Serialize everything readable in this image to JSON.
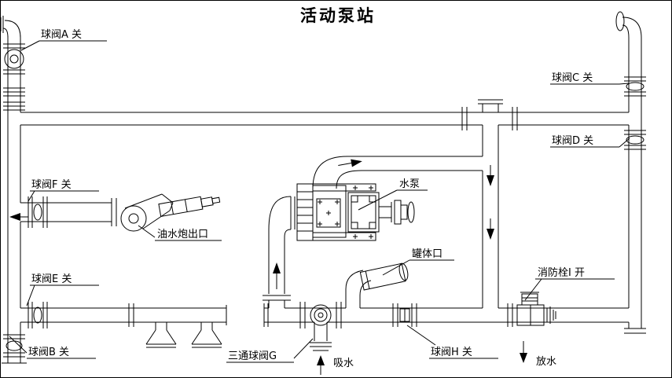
{
  "title": "活动泵站",
  "colors": {
    "ink": "#000000",
    "paper": "#ffffff"
  },
  "labels": {
    "valve_a": "球阀A 关",
    "valve_b": "球阀B 关",
    "valve_c": "球阀C 关",
    "valve_d": "球阀D 关",
    "valve_e": "球阀E 关",
    "valve_f": "球阀F 关",
    "valve_g": "三通球阀G",
    "valve_h": "球阀H 关",
    "hydrant_i": "消防栓I 开",
    "pump": "水泵",
    "cannon_outlet": "油水炮出口",
    "tank_port": "罐体口",
    "suction": "吸水",
    "drain": "放水"
  }
}
